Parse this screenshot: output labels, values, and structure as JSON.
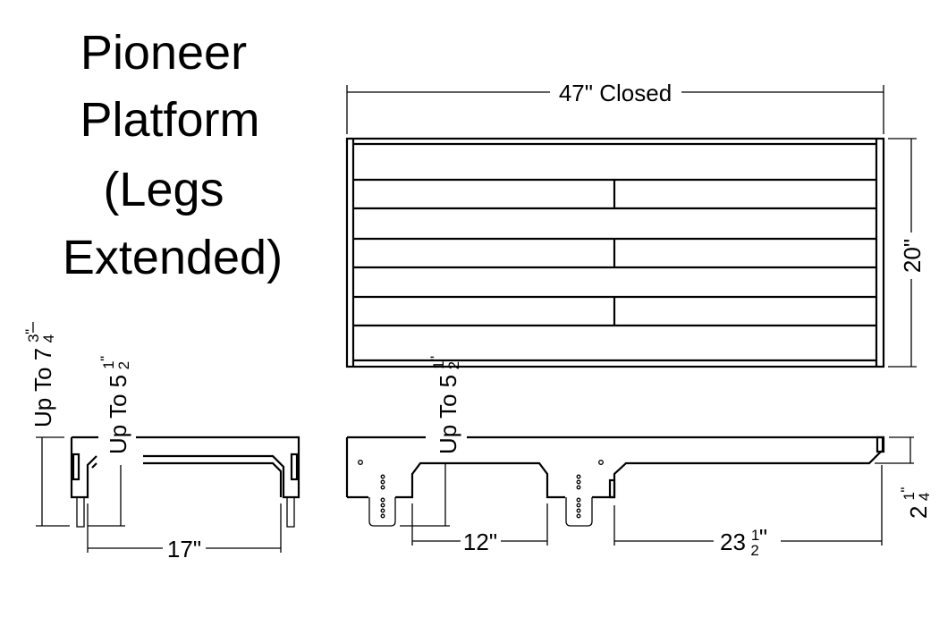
{
  "title_lines": [
    "Pioneer",
    "Platform",
    "(Legs",
    "Extended)"
  ],
  "dimensions": {
    "length_closed": "47\" Closed",
    "width": "20\"",
    "max_height": {
      "whole": "Up To 7",
      "num": "3",
      "den": "4",
      "unit": "\""
    },
    "leg_height_end": {
      "whole": "Up To 5",
      "num": "1",
      "den": "2",
      "unit": "\""
    },
    "leg_height_side": {
      "whole": "Up To 5",
      "num": "1",
      "den": "2",
      "unit": "\""
    },
    "end_span": "17\"",
    "leg_gap": "12\"",
    "half_length": {
      "whole": "23",
      "num": "1",
      "den": "2",
      "unit": "\""
    },
    "frame_depth": {
      "whole": "2",
      "num": "1",
      "den": "4",
      "unit": "\""
    }
  }
}
